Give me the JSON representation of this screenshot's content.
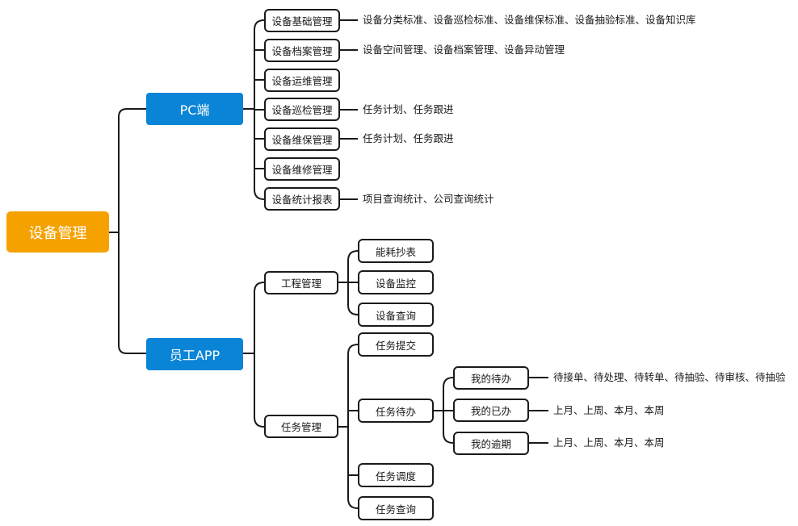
{
  "root": {
    "label": "设备管理"
  },
  "pc": {
    "label": "PC端",
    "items": [
      {
        "label": "设备基础管理",
        "note": "设备分类标准、设备巡检标准、设备维保标准、设备抽验标准、设备知识库"
      },
      {
        "label": "设备档案管理",
        "note": "设备空间管理、设备档案管理、设备异动管理"
      },
      {
        "label": "设备运维管理"
      },
      {
        "label": "设备巡检管理",
        "note": "任务计划、任务跟进"
      },
      {
        "label": "设备维保管理",
        "note": "任务计划、任务跟进"
      },
      {
        "label": "设备维修管理"
      },
      {
        "label": "设备统计报表",
        "note": "项目查询统计、公司查询统计"
      }
    ]
  },
  "app": {
    "label": "员工APP",
    "engineering": {
      "label": "工程管理",
      "items": [
        "能耗抄表",
        "设备监控",
        "设备查询"
      ]
    },
    "task": {
      "label": "任务管理",
      "submit": "任务提交",
      "pending": {
        "label": "任务待办",
        "items": [
          {
            "label": "我的待办",
            "note": "待接单、待处理、待转单、待抽验、待审核、待抽验"
          },
          {
            "label": "我的已办",
            "note": "上月、上周、本月、本周"
          },
          {
            "label": "我的逾期",
            "note": "上月、上周、本月、本周"
          }
        ]
      },
      "dispatch": "任务调度",
      "query": "任务查询"
    }
  }
}
